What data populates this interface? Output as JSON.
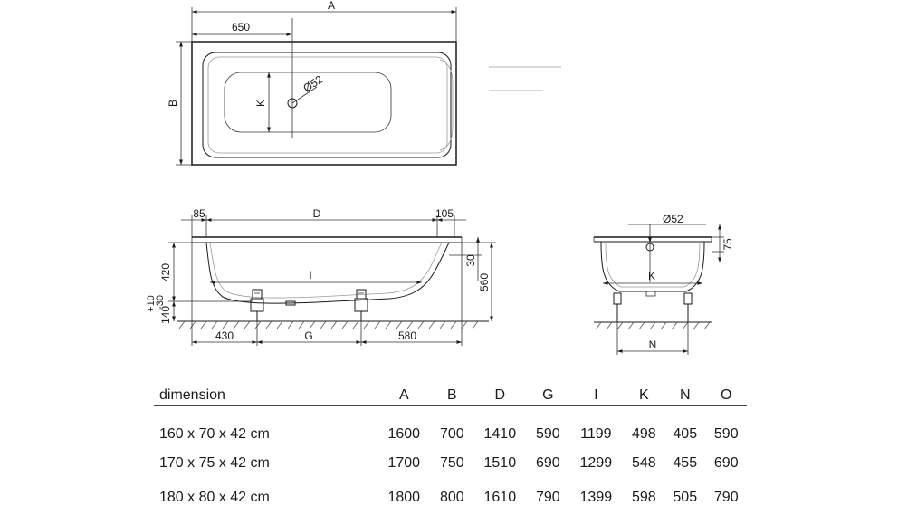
{
  "top_view": {
    "label_A": "A",
    "label_B": "B",
    "dim_650": "650",
    "label_K": "K",
    "label_drain": "Ø52"
  },
  "side_view": {
    "dim_85": "85",
    "label_D": "D",
    "dim_105": "105",
    "label_I": "I",
    "dim_420": "420",
    "dim_tol": "+10\n-30",
    "dim_140": "140",
    "dim_30": "30",
    "dim_560": "560",
    "dim_430": "430",
    "label_G": "G",
    "dim_580": "580"
  },
  "end_view": {
    "label_drain": "Ø52",
    "dim_75": "75",
    "label_K": "K",
    "label_N": "N"
  },
  "table": {
    "headers": [
      "dimension",
      "A",
      "B",
      "D",
      "G",
      "I",
      "K",
      "N",
      "O"
    ],
    "rows": [
      [
        "160 x 70 x 42 cm",
        "1600",
        "700",
        "1410",
        "590",
        "1199",
        "498",
        "405",
        "590"
      ],
      [
        "170 x 75 x 42 cm",
        "1700",
        "750",
        "1510",
        "690",
        "1299",
        "548",
        "455",
        "690"
      ],
      [
        "180 x 80 x 42 cm",
        "1800",
        "800",
        "1610",
        "790",
        "1399",
        "598",
        "505",
        "790"
      ]
    ]
  }
}
